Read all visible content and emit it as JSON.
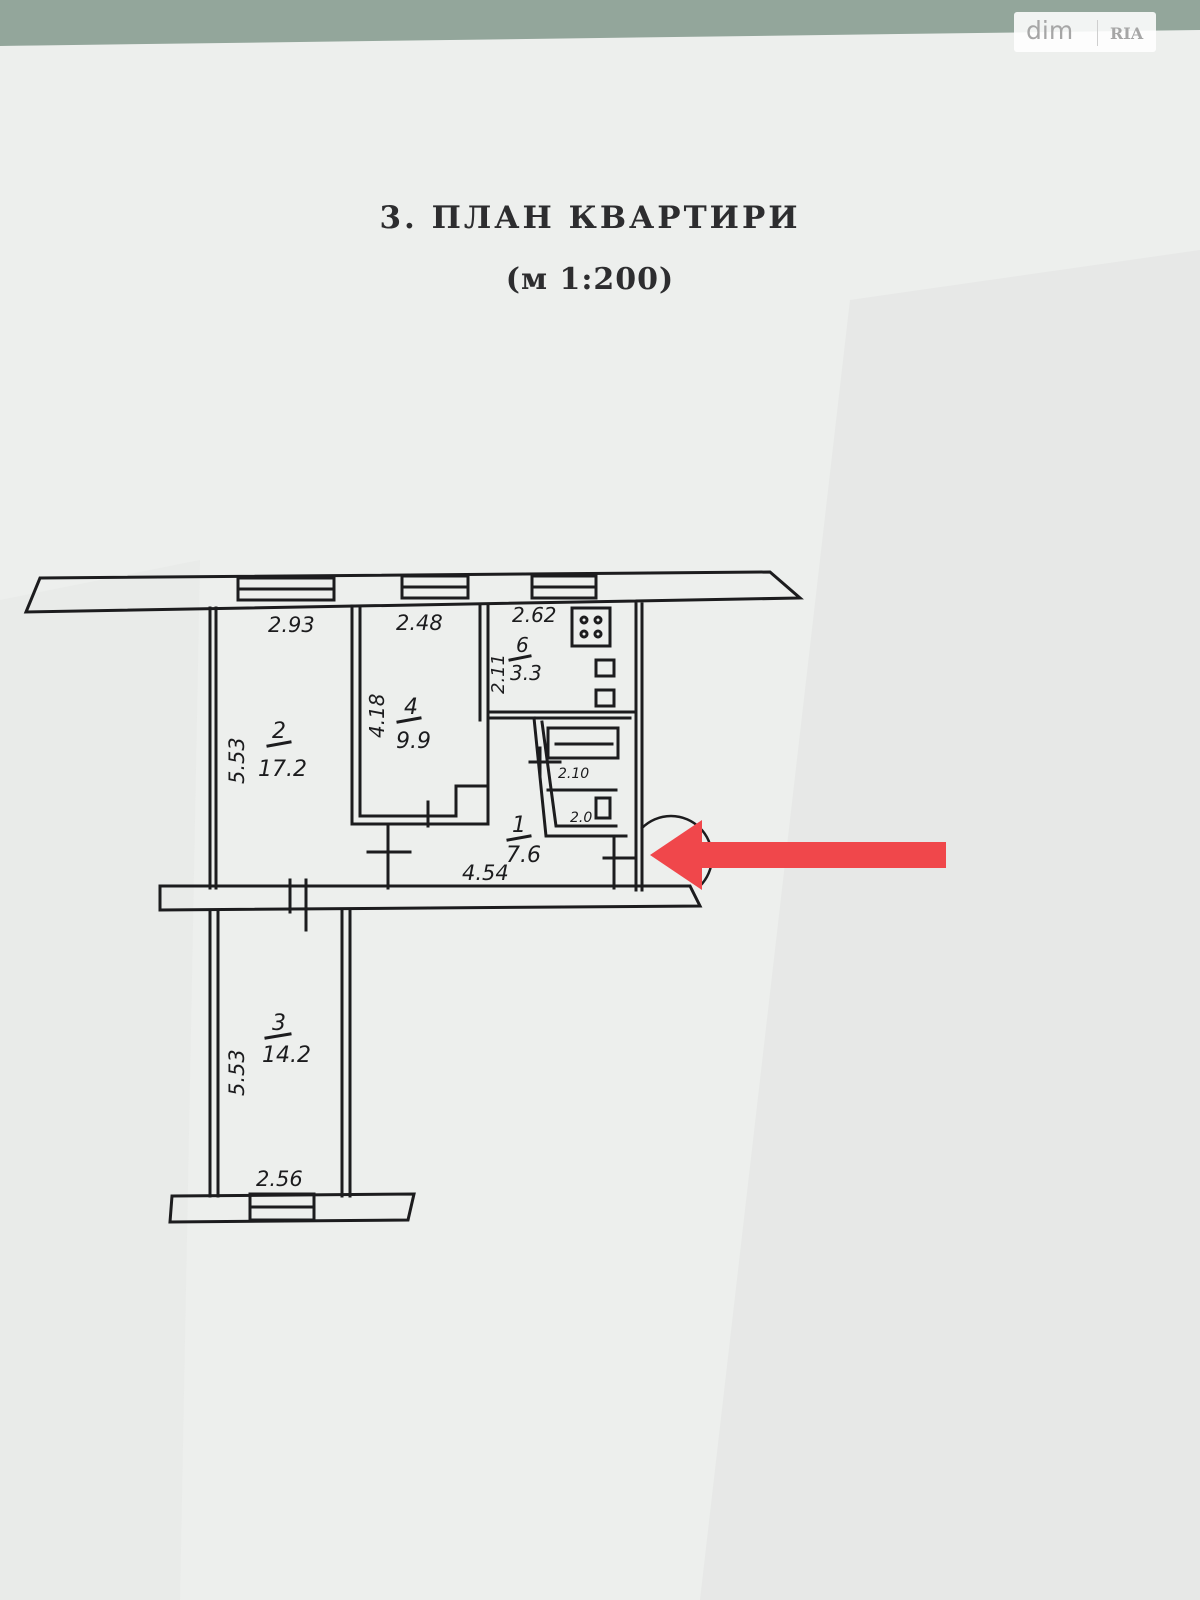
{
  "document": {
    "title": "3.  ПЛАН  КВАРТИРИ",
    "scale": "(м 1:200)"
  },
  "watermark": {
    "brand": "dim",
    "sub": "RIA"
  },
  "plan": {
    "rooms": [
      {
        "number": "1",
        "area": "7.6"
      },
      {
        "number": "2",
        "area": "17.2"
      },
      {
        "number": "3",
        "area": "14.2"
      },
      {
        "number": "4",
        "area": "9.9"
      },
      {
        "number": "6",
        "area": "3.3"
      }
    ],
    "dimensions": [
      "2.93",
      "2.48",
      "2.62",
      "5.53",
      "4.18",
      "2.11",
      "4.54",
      "5.53",
      "2.56",
      "2.10",
      "2.0"
    ],
    "annotations": {
      "entrance_arrow_color": "#f0474b",
      "ink_color": "#1c1c1e",
      "icons": [
        "entrance-arrow-icon",
        "stove-icon"
      ]
    }
  }
}
